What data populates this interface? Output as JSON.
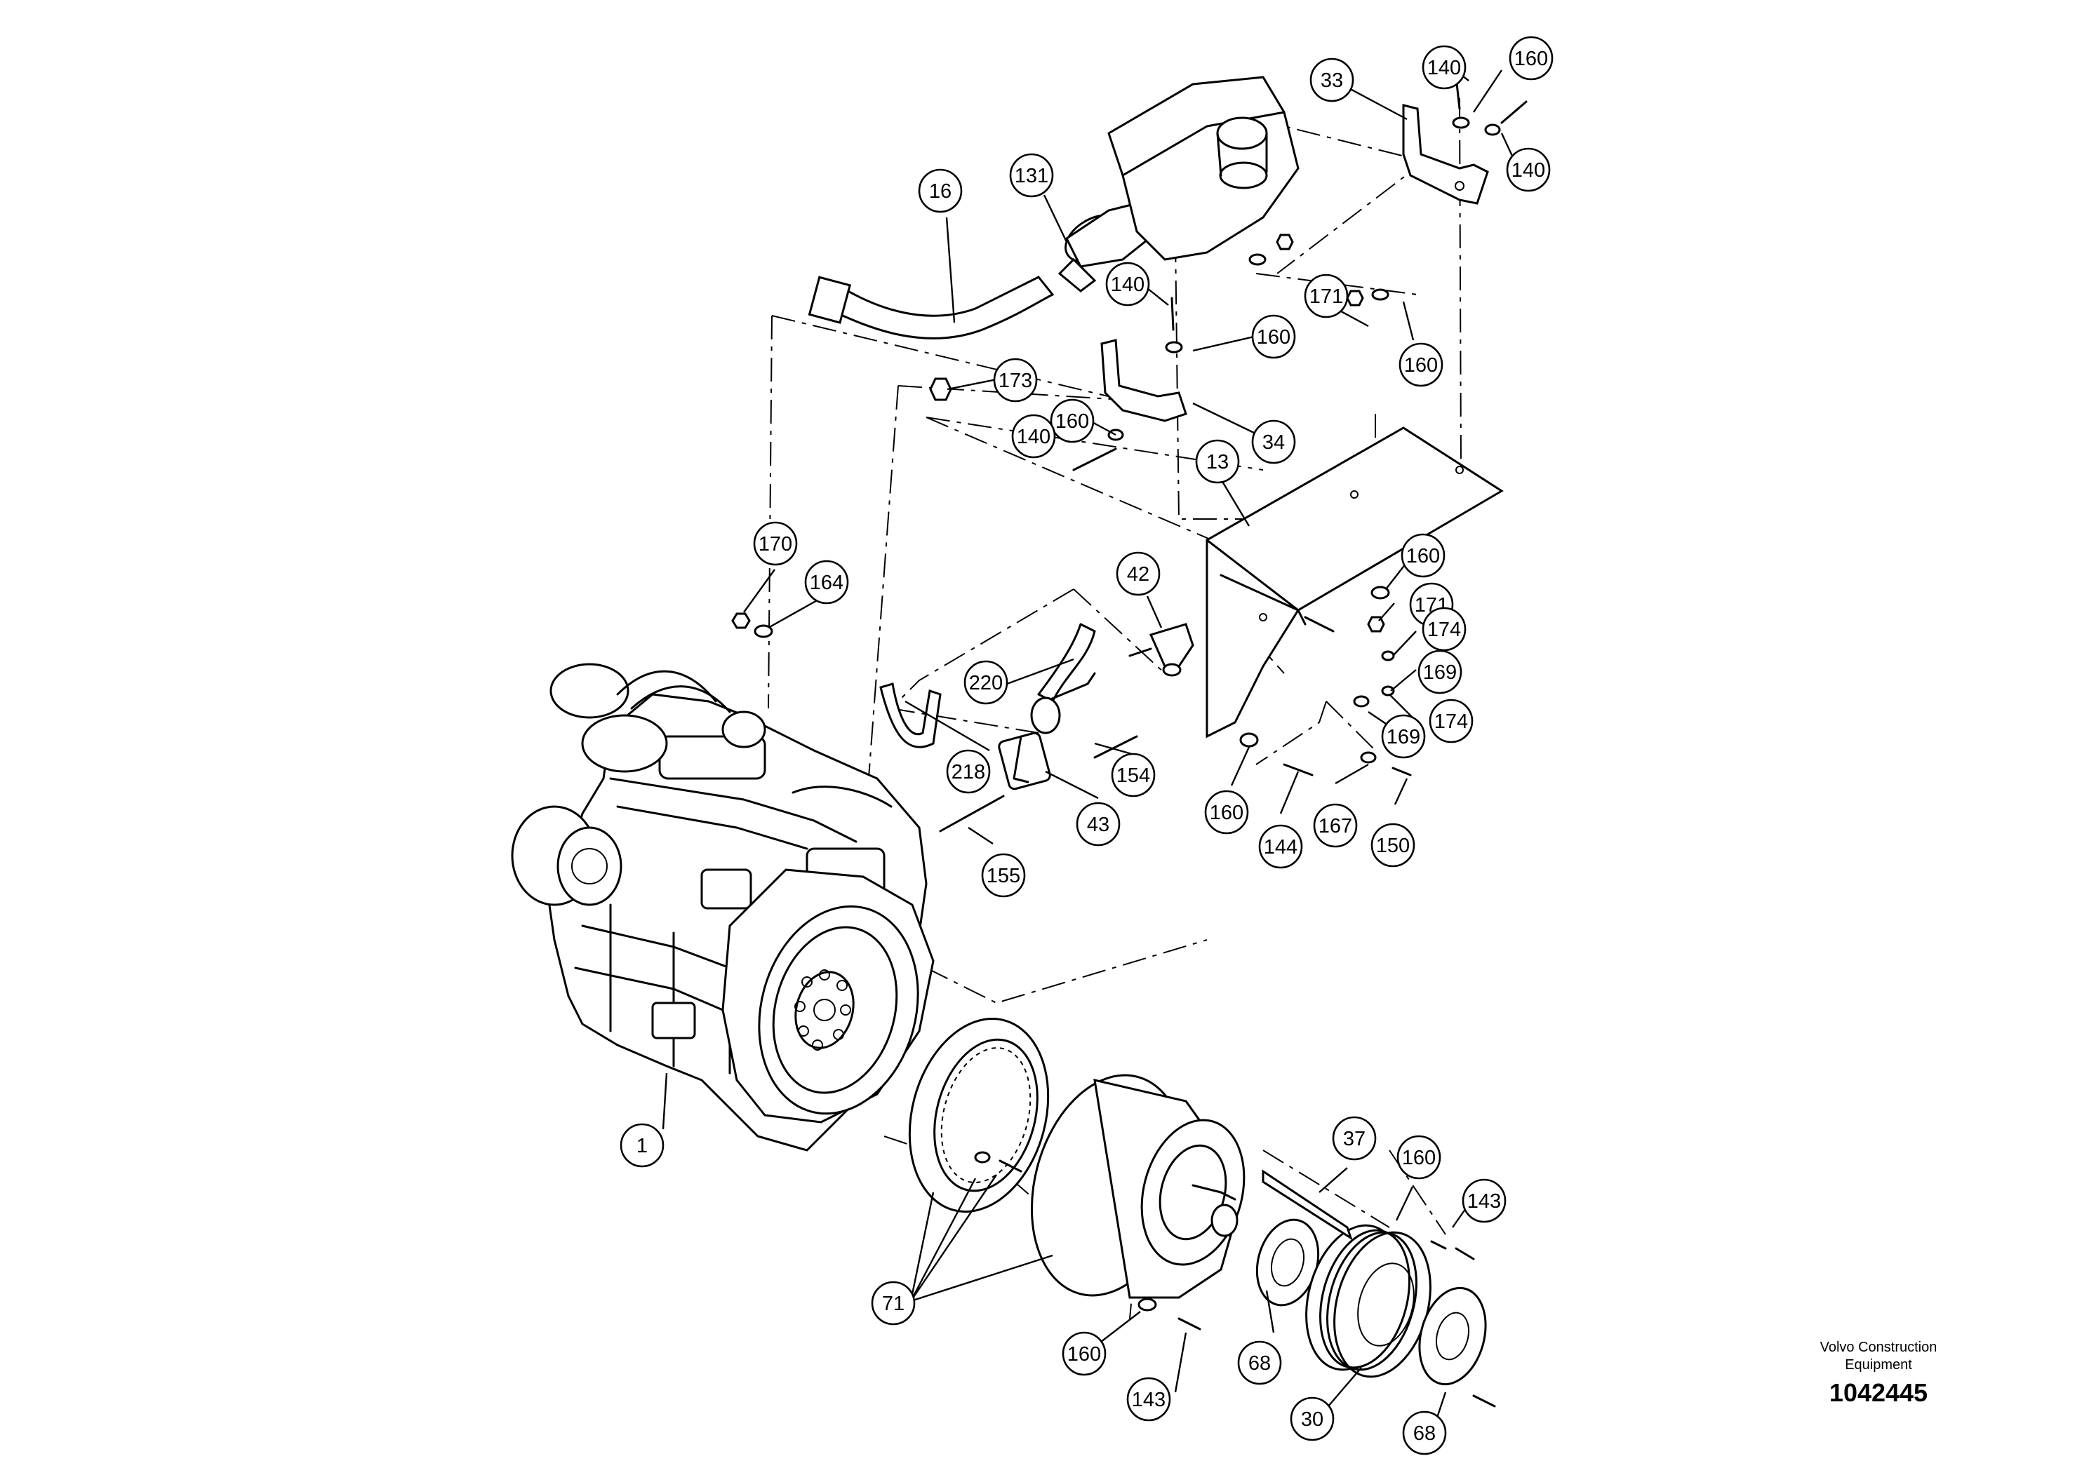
{
  "brand": {
    "line1": "Volvo Construction",
    "line2": "Equipment"
  },
  "document_number": "1042445",
  "callouts": [
    {
      "label": "140"
    },
    {
      "label": "160"
    },
    {
      "label": "33"
    },
    {
      "label": "140"
    },
    {
      "label": "131"
    },
    {
      "label": "16"
    },
    {
      "label": "140"
    },
    {
      "label": "171"
    },
    {
      "label": "160"
    },
    {
      "label": "160"
    },
    {
      "label": "173"
    },
    {
      "label": "160"
    },
    {
      "label": "140"
    },
    {
      "label": "34"
    },
    {
      "label": "13"
    },
    {
      "label": "170"
    },
    {
      "label": "164"
    },
    {
      "label": "42"
    },
    {
      "label": "160"
    },
    {
      "label": "171"
    },
    {
      "label": "174"
    },
    {
      "label": "169"
    },
    {
      "label": "220"
    },
    {
      "label": "174"
    },
    {
      "label": "169"
    },
    {
      "label": "218"
    },
    {
      "label": "154"
    },
    {
      "label": "43"
    },
    {
      "label": "160"
    },
    {
      "label": "144"
    },
    {
      "label": "167"
    },
    {
      "label": "150"
    },
    {
      "label": "155"
    },
    {
      "label": "1"
    },
    {
      "label": "37"
    },
    {
      "label": "160"
    },
    {
      "label": "143"
    },
    {
      "label": "71"
    },
    {
      "label": "160"
    },
    {
      "label": "68"
    },
    {
      "label": "143"
    },
    {
      "label": "30"
    },
    {
      "label": "68"
    }
  ]
}
